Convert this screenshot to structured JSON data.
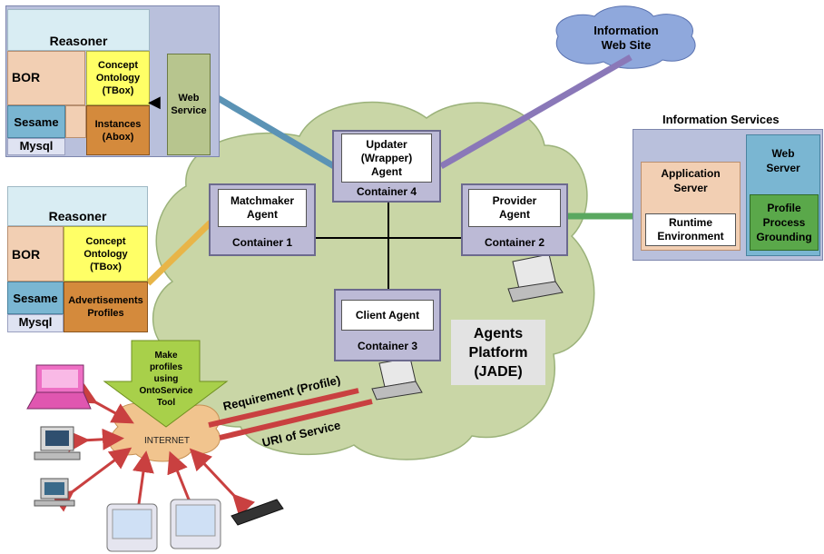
{
  "reasoner_top": {
    "title": "Reasoner",
    "bor": "BOR",
    "concept_ontology": [
      "Concept",
      "Ontology",
      "(TBox)"
    ],
    "instances": [
      "Instances",
      "(Abox)"
    ],
    "sesame": "Sesame",
    "mysql": "Mysql",
    "web_service": [
      "Web",
      "Service"
    ]
  },
  "reasoner_bottom": {
    "title": "Reasoner",
    "bor": "BOR",
    "concept_ontology": [
      "Concept",
      "Ontology",
      "(TBox)"
    ],
    "advertisements": [
      "Advertisements",
      "Profiles"
    ],
    "sesame": "Sesame",
    "mysql": "Mysql"
  },
  "information_web_site": [
    "Information",
    "Web Site"
  ],
  "containers": [
    {
      "agent": [
        "Updater",
        "(Wrapper)",
        "Agent"
      ],
      "label": "Container 4"
    },
    {
      "agent": [
        "Matchmaker",
        "Agent"
      ],
      "label": "Container 1"
    },
    {
      "agent": [
        "Provider",
        "Agent"
      ],
      "label": "Container 2"
    },
    {
      "agent": [
        "Client Agent"
      ],
      "label": "Container 3"
    }
  ],
  "information_services": {
    "title": "Information Services",
    "application_server": [
      "Application",
      "Server"
    ],
    "runtime_environment": [
      "Runtime",
      "Environment"
    ],
    "web_server": [
      "Web",
      "Server"
    ],
    "profile": [
      "Profile",
      "Process",
      "Grounding"
    ]
  },
  "platform_label": [
    "Agents",
    "Platform",
    "(JADE)"
  ],
  "make_profiles": [
    "Make",
    "profiles",
    "using",
    "OntoService",
    "Tool"
  ],
  "internet": "INTERNET",
  "requirement": "Requirement (Profile)",
  "uri_of_service": "URI of Service",
  "colors": {
    "cloud": "#c9d6a6",
    "connector_blue": "#5b93b5",
    "connector_purple": "#8a78b8",
    "connector_green": "#5aa860",
    "connector_orange": "#e8b548",
    "connector_red": "#c94040"
  }
}
